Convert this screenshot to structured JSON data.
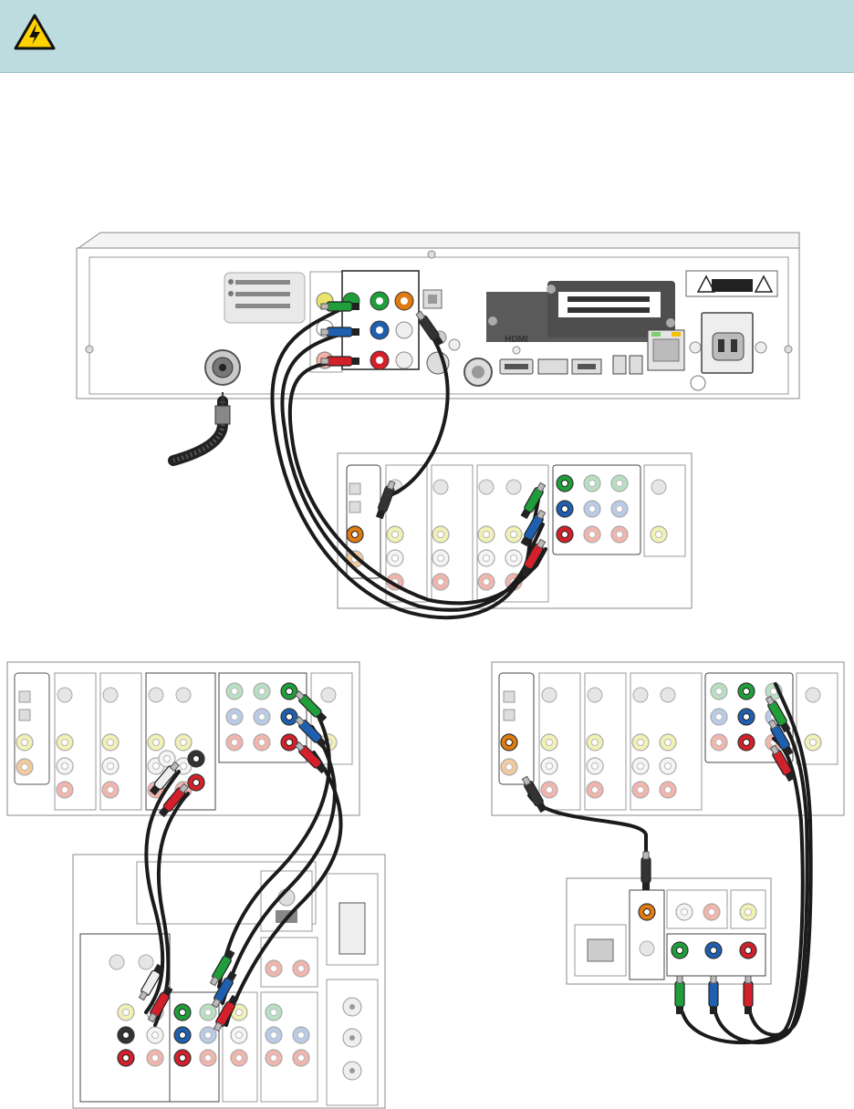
{
  "banner": {
    "icon": "warning-electric-icon",
    "text": "",
    "color": "#bcdcdf"
  },
  "receiver": {
    "hdmi_logo": "HDMI"
  },
  "colors": {
    "green": "#1f9e3a",
    "blue": "#1f5fb0",
    "red": "#d4202a",
    "orange": "#e07b12",
    "yellow": "#e8e56a",
    "white": "#ffffff",
    "cable": "#1b1b1b",
    "panel_stroke": "#8a8a8a"
  },
  "connections": [
    {
      "from": "receiver-component-out",
      "to": "tv-component-in",
      "type": "component-video"
    },
    {
      "from": "receiver-digital-audio-out",
      "to": "tv-digital-audio-in",
      "type": "coax-audio"
    },
    {
      "from": "tv-audio-out",
      "to": "av-receiver-audio-in",
      "type": "analog-audio"
    },
    {
      "from": "tv-component-out",
      "to": "av-receiver-component-in",
      "type": "component-video"
    },
    {
      "from": "tv-digital-audio-out",
      "to": "home-theater-coax-in",
      "type": "coax-audio"
    },
    {
      "from": "home-theater-component-out",
      "to": "tv-component-in",
      "type": "component-video"
    }
  ]
}
